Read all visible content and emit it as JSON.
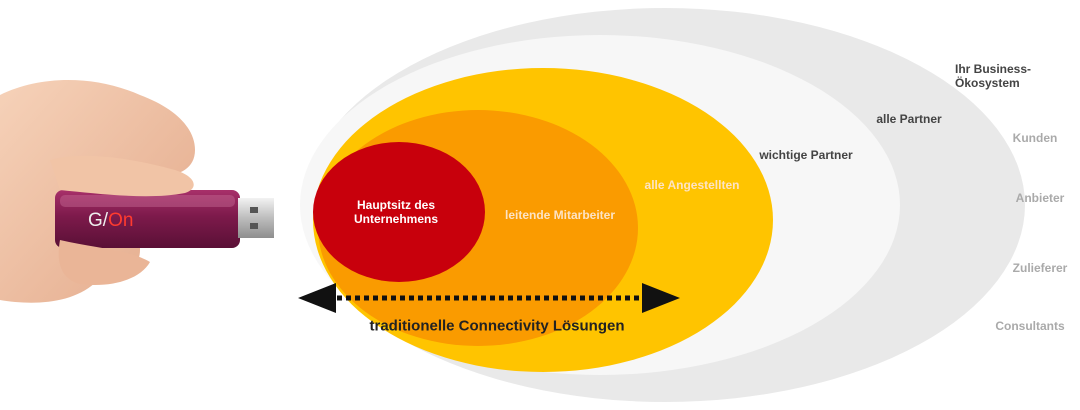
{
  "device": {
    "brand_text": "G/On"
  },
  "circles": {
    "hq": "Hauptsitz des Unternehmens",
    "management": "leitende Mitarbeiter",
    "employees": "alle Angestellten",
    "important_partners": "wichtige Partner",
    "all_partners": "alle Partner"
  },
  "ecosystem": {
    "title": "Ihr Business-Ökosystem",
    "items": [
      "Kunden",
      "Anbieter",
      "Zulieferer",
      "Consultants"
    ]
  },
  "arrow_label": "traditionelle Connectivity Lösungen",
  "colors": {
    "outer_ring": "#e9e9e9",
    "inner_ring": "#f7f7f7",
    "employees": "#ffc400",
    "management": "#fa9b00",
    "hq": "#c8000c"
  }
}
